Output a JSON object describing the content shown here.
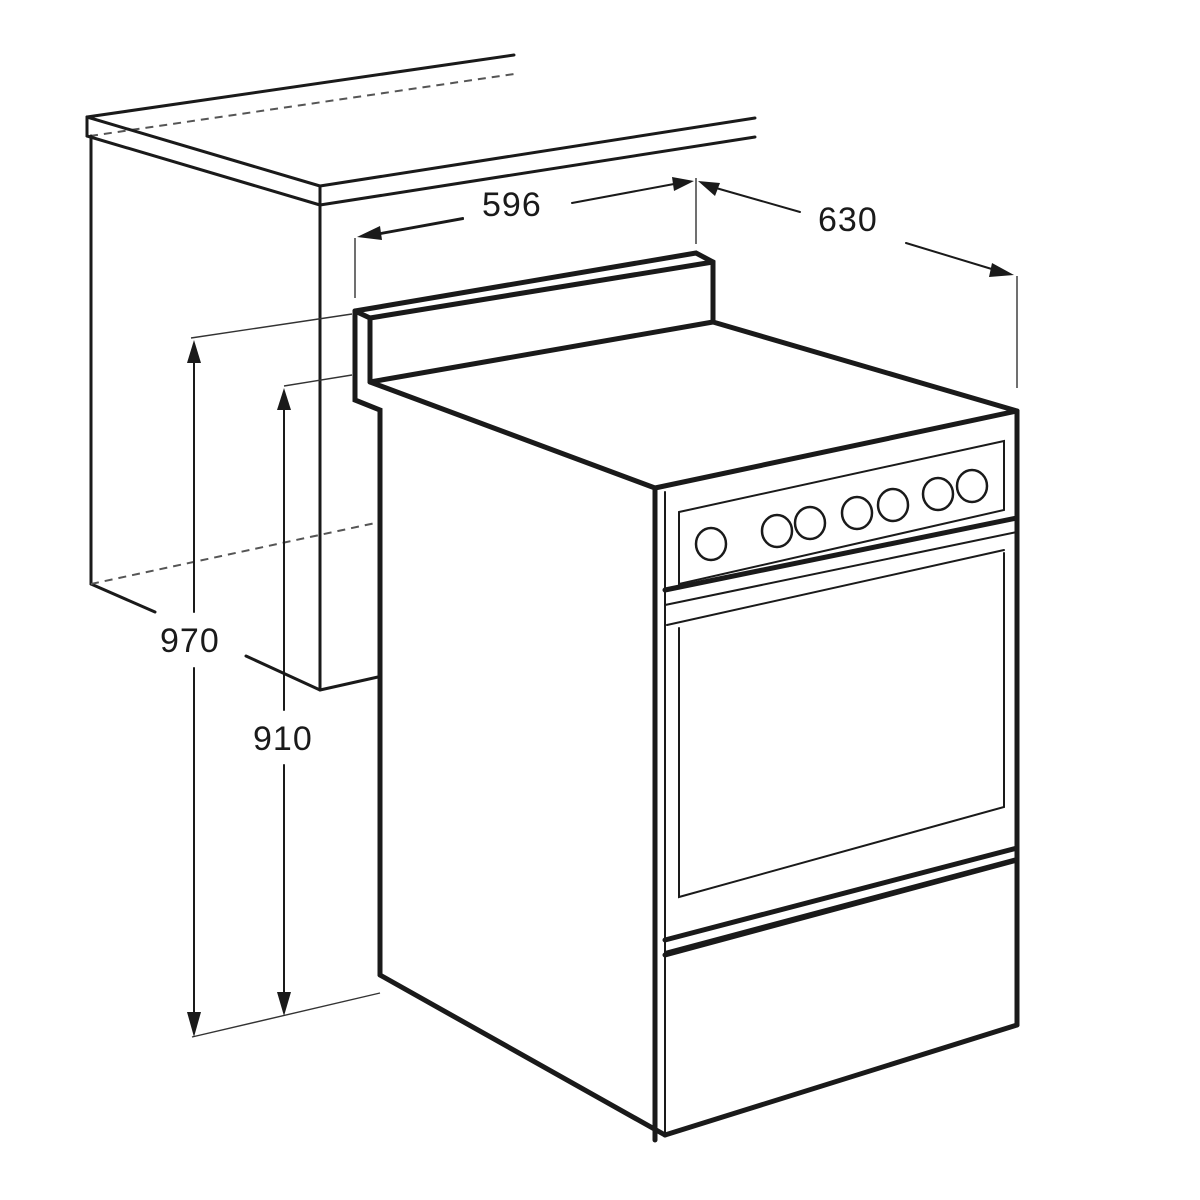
{
  "diagram": {
    "type": "dimension-drawing",
    "subject": "freestanding cooker with backguard next to kitchen counter",
    "units": "mm",
    "dimensions": {
      "width": {
        "label": "596",
        "value": 596,
        "axis": "width"
      },
      "depth": {
        "label": "630",
        "value": 630,
        "axis": "depth"
      },
      "overall_height": {
        "label": "970",
        "value": 970,
        "axis": "height-including-backguard"
      },
      "cooktop_height": {
        "label": "910",
        "value": 910,
        "axis": "height-to-cooktop"
      }
    },
    "components": {
      "counter": "kitchen-counter-outline",
      "backguard": "rear-splash-guard",
      "control_panel": {
        "knob_count": 7
      },
      "oven_door": "oven-door-with-window",
      "drawer": "storage-drawer"
    },
    "colors": {
      "line": "#1a1a1a",
      "background": "#ffffff",
      "dashed": "#555555"
    }
  }
}
